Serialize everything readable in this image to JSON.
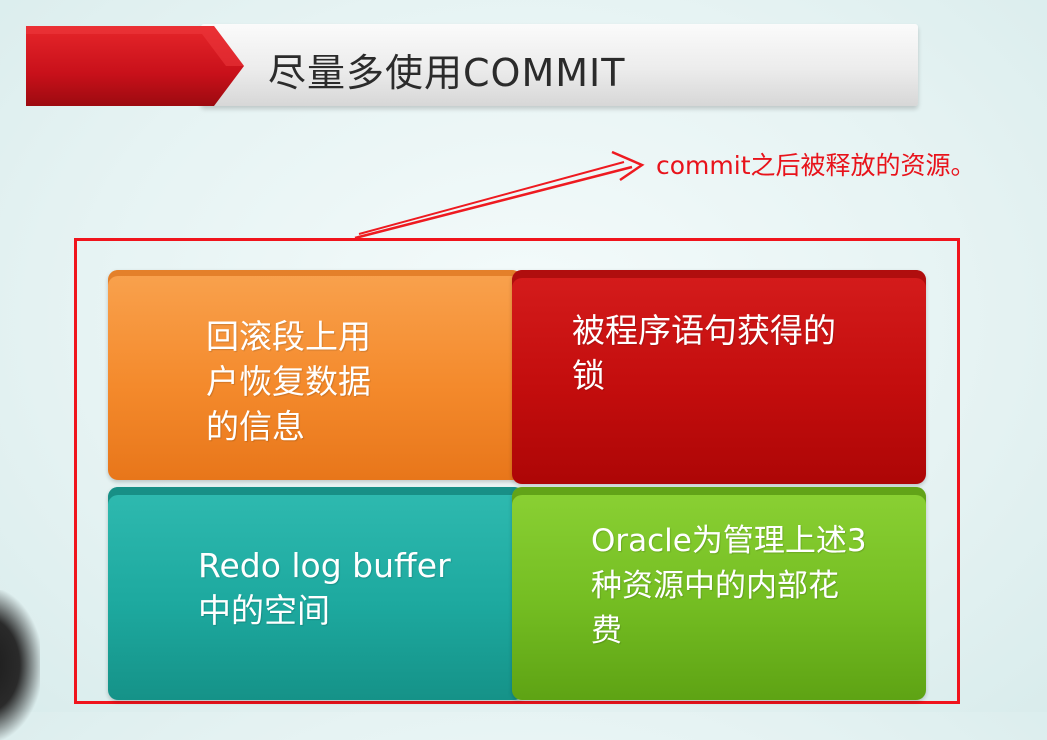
{
  "slide": {
    "title": "尽量多使用COMMIT",
    "annotation": "commit之后被释放的资源。",
    "tiles": [
      {
        "lines": [
          "回滚段上用",
          "户恢复数据",
          "的信息"
        ],
        "color": "#f48a2c"
      },
      {
        "lines": [
          "被程序语句获得的",
          "锁"
        ],
        "color": "#c30d0d"
      },
      {
        "lines": [
          "Redo log buffer",
          "中的空间"
        ],
        "color": "#1da99f"
      },
      {
        "lines": [
          "Oracle为管理上述3",
          "种资源中的内部花",
          "费"
        ],
        "color": "#74bd22"
      }
    ],
    "accent_red": "#e8131b"
  }
}
